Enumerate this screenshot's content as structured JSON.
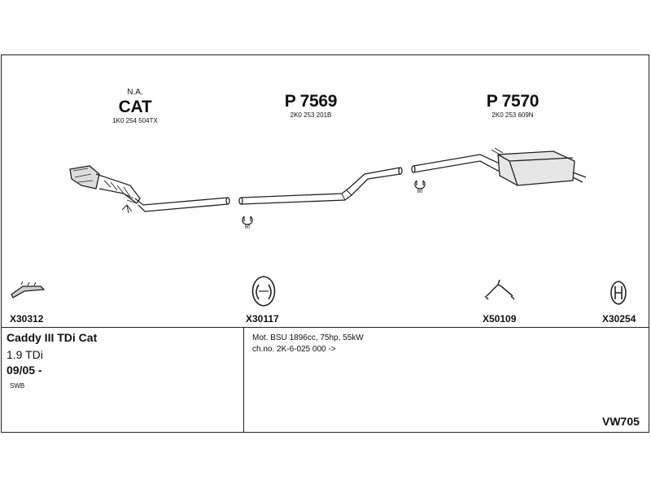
{
  "sections": [
    {
      "note": "N.A.",
      "title": "CAT",
      "code": "1K0 254 504TX"
    },
    {
      "title": "P 7569",
      "code": "2K0 253 201B"
    },
    {
      "title": "P 7570",
      "code": "2K0 253 609N"
    }
  ],
  "hanger_sizes": [
    "60",
    "60"
  ],
  "parts": [
    "X30312",
    "X30117",
    "X50109",
    "X30254"
  ],
  "vehicle": {
    "model": "Caddy III TDi Cat",
    "engine": "1.9 TDi",
    "date": "09/05 -",
    "variant": "SWB"
  },
  "specs": {
    "motor": "Mot. BSU 1896cc, 75hp, 55kW",
    "chassis": "ch.no. 2K-6-025 000 ->"
  },
  "catalog_number": "VW705"
}
